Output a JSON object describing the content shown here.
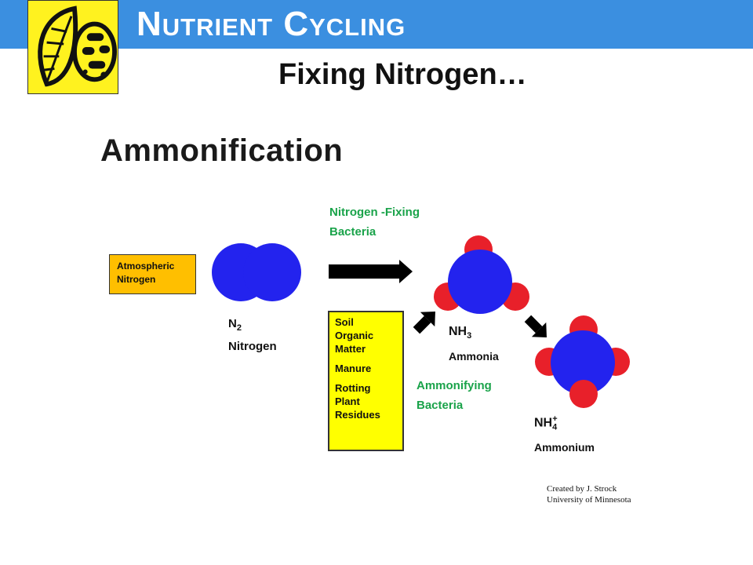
{
  "header": {
    "title": "Nutrient Cycling",
    "logo_icon": "leaf-cell-icon",
    "bar_color": "#3b8fe0",
    "logo_bg": "#fff21f"
  },
  "slide": {
    "subtitle": "Fixing Nitrogen…"
  },
  "diagram": {
    "heading": "Ammonification",
    "atmospheric_box": [
      "Atmospheric",
      "Nitrogen"
    ],
    "n2": {
      "formula": "N",
      "subscript": "2",
      "name": "Nitrogen"
    },
    "fixing_bacteria": [
      "Nitrogen -Fixing",
      "Bacteria"
    ],
    "soil_box": {
      "lines1": [
        "Soil",
        "Organic",
        "Matter"
      ],
      "lines2": [
        "Manure"
      ],
      "lines3": [
        "Rotting",
        "Plant",
        "Residues"
      ]
    },
    "nh3": {
      "formula": "NH",
      "subscript": "3",
      "name": "Ammonia"
    },
    "ammonifying_bacteria": [
      "Ammonifying",
      "Bacteria"
    ],
    "nh4": {
      "formula": "NH",
      "subscript": "4",
      "superscript": "+",
      "name": "Ammonium"
    },
    "credit": [
      "Created by J. Strock",
      "University of Minnesota"
    ],
    "colors": {
      "nitrogen_atom": "#1f1fe0",
      "hydrogen_atom": "#e8202a",
      "label_green": "#1aa34a",
      "atmospheric_box": "#ffbf00",
      "soil_box": "#ffff00"
    }
  }
}
